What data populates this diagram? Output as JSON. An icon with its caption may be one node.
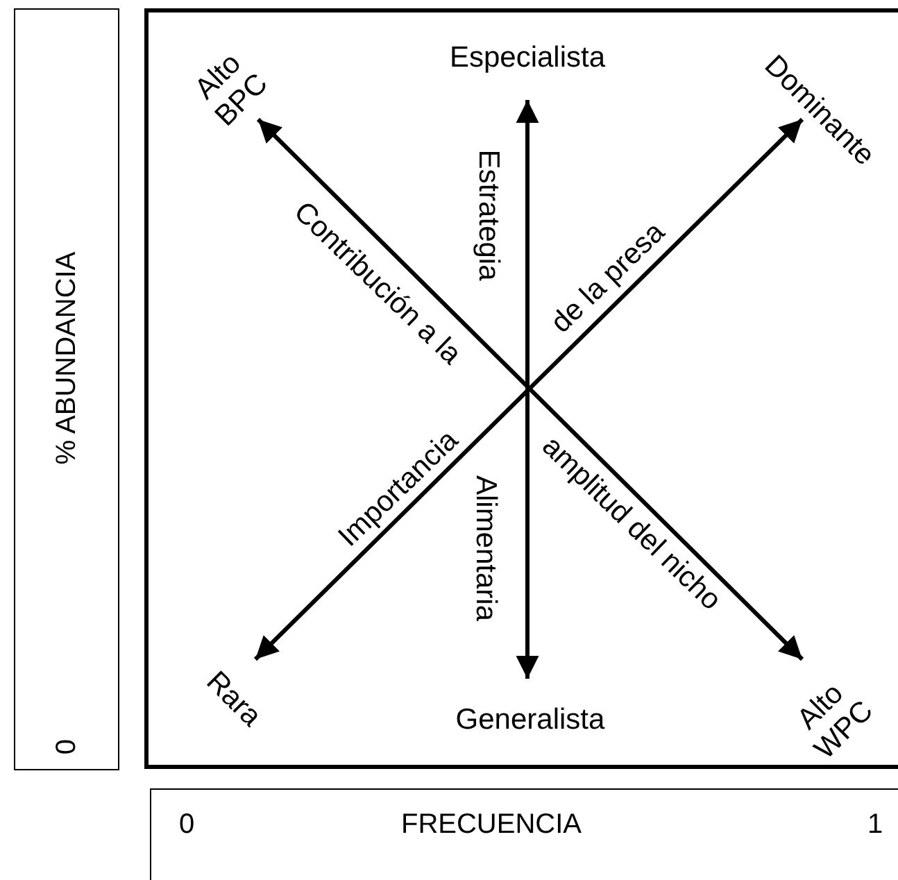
{
  "diagram": {
    "nodes": [
      {
        "text": [
          "% ABUNDANCIA",
          "0"
        ]
      },
      {
        "text": [
          "Especialista"
        ]
      },
      {
        "text": [
          "Alto BPC"
        ]
      },
      {
        "text": [
          "Dominante"
        ]
      },
      {
        "text": [
          "Rara"
        ]
      },
      {
        "text": [
          "Generalista"
        ]
      },
      {
        "text": [
          "Alto WPC"
        ]
      },
      {
        "text": [
          "0",
          "FRECUENCIA",
          "1"
        ]
      }
    ],
    "edges": [
      {
        "from": 2,
        "to": 6,
        "arrow": "both"
      },
      {
        "from": 1,
        "to": 5,
        "arrow": "both"
      },
      {
        "from": 4,
        "to": 3,
        "arrow": "both"
      }
    ],
    "labels": [
      "Contribución a la",
      "Estrategia",
      "de la presa",
      "Importancia",
      "amplitud del nicho",
      "Alimentaria"
    ]
  }
}
